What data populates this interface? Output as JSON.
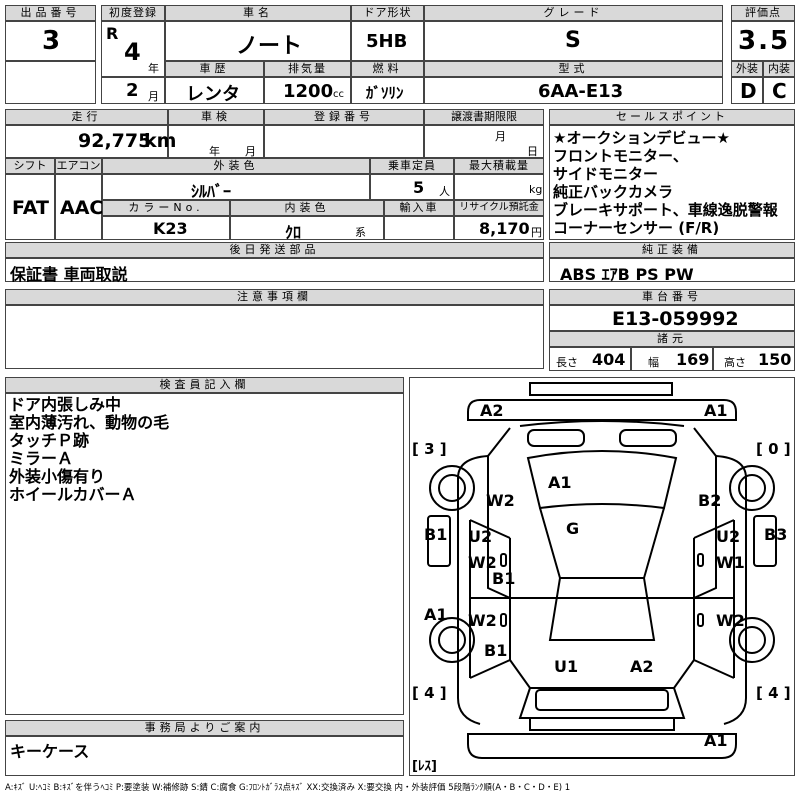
{
  "headers": {
    "lot_no": "出品番号",
    "first_reg": "初度登録",
    "car_name": "車名",
    "door": "ドア形状",
    "grade": "グレード",
    "score": "評価点",
    "history": "車歴",
    "displacement": "排気量",
    "fuel": "燃料",
    "model_code": "型式",
    "exterior": "外装",
    "interior": "内装",
    "mileage": "走行",
    "inspection": "車検",
    "reg_no": "登録番号",
    "transfer_deadline": "譲渡書期限限",
    "sales_points": "セールスポイント",
    "shift": "シフト",
    "aircon": "エアコン",
    "ext_color": "外装色",
    "capacity": "乗車定員",
    "max_load": "最大積載量",
    "color_no": "カラーNo.",
    "int_color": "内装色",
    "import": "輸入車",
    "recycle": "リサイクル預託金",
    "later_parts": "後日発送部品",
    "genuine": "純正装備",
    "caution": "注意事項欄",
    "chassis": "車台番号",
    "specs": "諸元",
    "inspector": "検査員記入欄",
    "office": "事務局よりご案内"
  },
  "values": {
    "lot_no": "3",
    "era": "R",
    "year": "4",
    "year_unit": "年",
    "month": "2",
    "month_unit": "月",
    "car_name": "ノート",
    "door": "5HB",
    "grade": "S",
    "score": "3.5",
    "exterior_grade": "D",
    "interior_grade": "C",
    "history": "レンタ",
    "displacement": "1200",
    "cc": "cc",
    "fuel": "ｶﾞｿﾘﾝ",
    "model_code": "6AA-E13",
    "mileage": "92,775",
    "km": "km",
    "insp_year": "年",
    "insp_month": "月",
    "deadline_month": "月",
    "deadline_day": "日",
    "shift": "FAT",
    "aircon": "AAC",
    "ext_color": "ｼﾙﾊﾞｰ",
    "capacity": "5",
    "capacity_unit": "人",
    "load_unit": "kg",
    "color_no": "K23",
    "int_color": "ｸﾛ",
    "int_color_unit": "系",
    "recycle": "8,170",
    "yen": "円",
    "later_parts": "保証書 車両取説",
    "genuine": "ABS ｴｱB PS PW",
    "chassis": "E13-059992",
    "length_label": "長さ",
    "length": "404",
    "width_label": "幅",
    "width": "169",
    "height_label": "高さ",
    "height": "150",
    "office": "キーケース"
  },
  "sales_points": [
    "★オークションデビュー★",
    "フロントモニター、",
    "サイドモニター",
    "純正バックカメラ",
    "ブレーキサポート、車線逸脱警報",
    "コーナーセンサー (F/R)"
  ],
  "inspector_notes": [
    "ドア内張しみ中",
    "室内薄汚れ、動物の毛",
    "タッチＰ跡",
    "ミラーＡ",
    "外装小傷有り",
    "ホイールカバーＡ"
  ],
  "diagram": {
    "tire_fl": "[ 3 ]",
    "tire_fr": "[ 0 ]",
    "tire_rl": "[ 4 ]",
    "tire_rr": "[ 4 ]",
    "spare": "[ﾚｽ]",
    "marks": {
      "front_bumper_l": "A2",
      "front_bumper_r": "A1",
      "windshield": "A1",
      "fender_l": "W2",
      "fender_r": "B2",
      "roof": "G",
      "sill_l_front": "B1",
      "sill_r_front": "B3",
      "door_fl_u": "U2",
      "door_fl_w": "W2",
      "door_fl_b": "B1",
      "door_fr_u": "U2",
      "door_fr_w": "W1",
      "sill_l_rear": "A1",
      "door_rl_w": "W2",
      "door_rr_w": "W2",
      "quarter_l": "B1",
      "trunk_u": "U1",
      "trunk_a": "A2",
      "rear_bumper": "A1"
    }
  },
  "legend": "A:ｷｽﾞ U:ﾍｺﾐ B:ｷｽﾞを伴うﾍｺﾐ P:要塗装 W:補修跡 S:錆 C:腐食 G:ﾌﾛﾝﾄｶﾞﾗｽ点ｷｽﾞ XX:交換済み X:要交換 内・外装評価 5段階ﾗﾝｸ順(A・B・C・D・E) 1"
}
